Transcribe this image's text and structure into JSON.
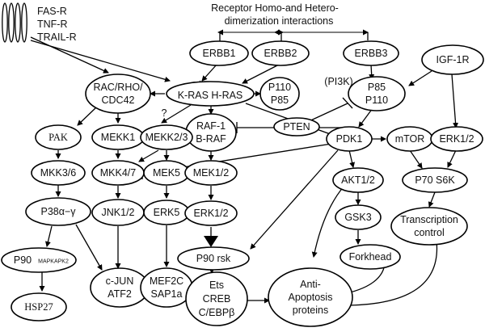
{
  "receptors": {
    "labels": [
      "FAS-R",
      "TNF-R",
      "TRAIL-R"
    ]
  },
  "dimerization": {
    "line1": "Receptor Homo-and Hetero-",
    "line2": "dimerization interactions"
  },
  "question_mark": "?",
  "pi3k_label": "(PI3K)",
  "nodes": {
    "erbb1": [
      "ERBB1"
    ],
    "erbb2": [
      "ERBB2"
    ],
    "erbb3": [
      "ERBB3"
    ],
    "igf1r": [
      "IGF-1R"
    ],
    "rac": [
      "RAC/RHO/",
      "CDC42"
    ],
    "kras": [
      "K-RAS H-RAS"
    ],
    "p110p85": [
      "P110",
      "P85"
    ],
    "p85p110": [
      "P85",
      "P110"
    ],
    "pten": [
      "PTEN"
    ],
    "raf": [
      "RAF-1",
      "B-RAF"
    ],
    "pak": [
      "PAK"
    ],
    "mekk1": [
      "MEKK1"
    ],
    "mekk23": [
      "MEKK2/3"
    ],
    "pdk1": [
      "PDK1"
    ],
    "mtor": [
      "mTOR"
    ],
    "erk12r": [
      "ERK1/2"
    ],
    "mkk36": [
      "MKK3/6"
    ],
    "mkk47": [
      "MKK4/7"
    ],
    "mek5": [
      "MEK5"
    ],
    "mek12": [
      "MEK1/2"
    ],
    "akt12": [
      "AKT1/2"
    ],
    "p70s6k": [
      "P70 S6K"
    ],
    "p38": [
      "P38α−γ"
    ],
    "jnk12": [
      "JNK1/2"
    ],
    "erk5": [
      "ERK5"
    ],
    "erk12": [
      "ERK1/2"
    ],
    "gsk3": [
      "GSK3"
    ],
    "transcription": [
      "Transcription",
      "control"
    ],
    "p90mapk_main": "P90",
    "p90mapk_sub": "MAPKAPK2",
    "p90rsk": [
      "P90 rsk"
    ],
    "forkhead": [
      "Forkhead"
    ],
    "hsp27": [
      "HSP27"
    ],
    "cjun": [
      "c-JUN",
      "ATF2"
    ],
    "mef2c": [
      "MEF2C",
      "SAP1a"
    ],
    "ets": [
      "Ets",
      "CREB",
      "C/EBPβ"
    ],
    "antiapop": [
      "Anti-",
      "Apoptosis",
      "proteins"
    ]
  }
}
